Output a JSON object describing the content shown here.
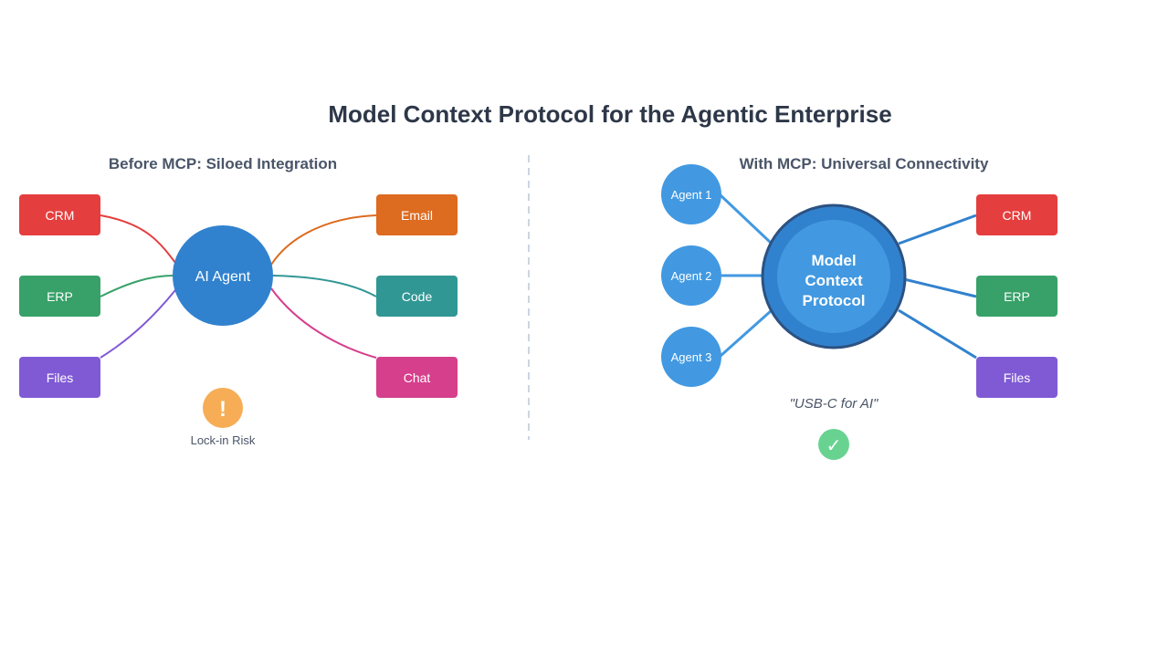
{
  "title": "Model Context Protocol for the Agentic Enterprise",
  "colors": {
    "crm": "#e53e3e",
    "erp": "#38a169",
    "files": "#805ad5",
    "email": "#dd6b20",
    "code": "#319795",
    "chat": "#d53f8c",
    "agent": "#3182ce",
    "agent_light": "#4299e1",
    "warning": "#f6ad55",
    "success": "#68d391",
    "divider": "#cbd5e0"
  },
  "before": {
    "heading": "Before MCP: Siloed Integration",
    "hub_label": "AI Agent",
    "left_systems": [
      "CRM",
      "ERP",
      "Files"
    ],
    "right_systems": [
      "Email",
      "Code",
      "Chat"
    ],
    "warning_icon": "exclamation-icon",
    "warning_symbol": "!",
    "warning_caption": "Lock-in Risk"
  },
  "after": {
    "heading": "With MCP: Universal Connectivity",
    "agents": [
      "Agent 1",
      "Agent 2",
      "Agent 3"
    ],
    "hub_lines": [
      "Model",
      "Context",
      "Protocol"
    ],
    "systems": [
      "CRM",
      "ERP",
      "Files"
    ],
    "tagline": "\"USB-C for AI\"",
    "success_icon": "checkmark-icon",
    "success_symbol": "✓"
  }
}
